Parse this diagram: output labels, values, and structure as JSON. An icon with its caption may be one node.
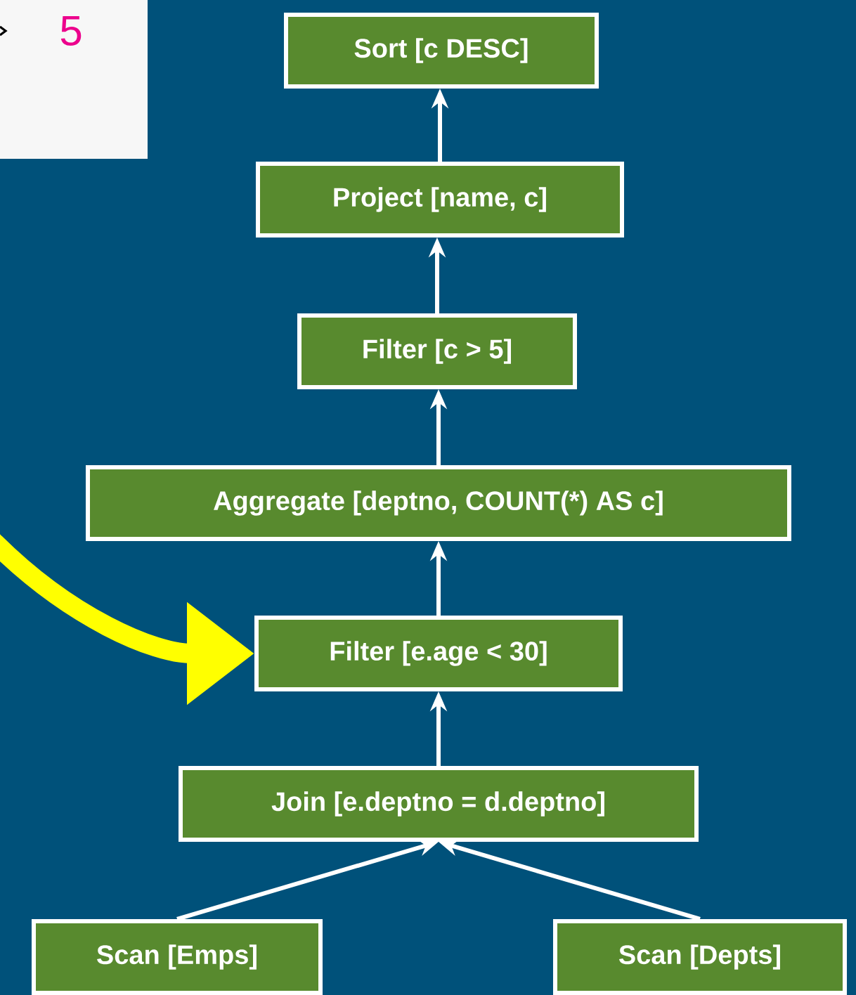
{
  "diagram": {
    "nodes": [
      {
        "text": [
          "Sort [c DESC]"
        ]
      },
      {
        "text": [
          "Project [name, c]"
        ]
      },
      {
        "text": [
          "Filter [c > 5]"
        ]
      },
      {
        "text": [
          "Aggregate [deptno, COUNT(*) AS c]"
        ]
      },
      {
        "text": [
          "Filter [e.age < 30]"
        ]
      },
      {
        "text": [
          "Join [e.deptno = d.deptno]"
        ]
      },
      {
        "text": [
          "Scan [Emps]"
        ]
      },
      {
        "text": [
          "Scan [Depts]"
        ]
      }
    ],
    "edges": [
      {
        "from": 1,
        "to": 0,
        "arrow": "to"
      },
      {
        "from": 2,
        "to": 1,
        "arrow": "to"
      },
      {
        "from": 3,
        "to": 2,
        "arrow": "to"
      },
      {
        "from": 4,
        "to": 3,
        "arrow": "to"
      },
      {
        "from": 5,
        "to": 4,
        "arrow": "to"
      },
      {
        "from": 6,
        "to": 5,
        "arrow": "to"
      },
      {
        "from": 7,
        "to": 5,
        "arrow": "to"
      },
      {
        "from": null,
        "to": 4,
        "arrow": "to",
        "style": "thick",
        "color": "#ffff00"
      }
    ],
    "labels": [
      "5"
    ]
  }
}
